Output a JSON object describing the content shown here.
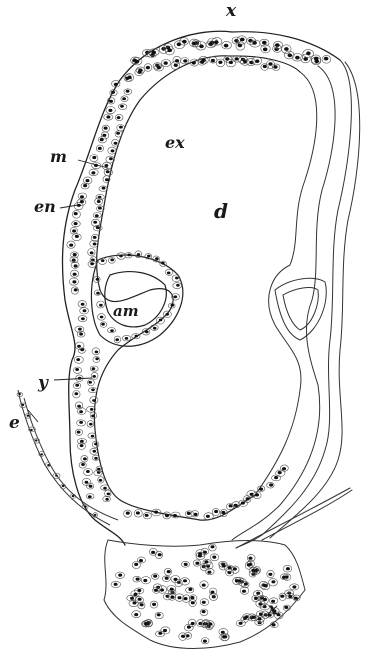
{
  "figure": {
    "labels": {
      "x_top": "x",
      "ex": "ex",
      "m": "m",
      "en": "en",
      "d": "d",
      "am": "am",
      "y": "y",
      "e": "e",
      "x_bottom": "x"
    }
  }
}
